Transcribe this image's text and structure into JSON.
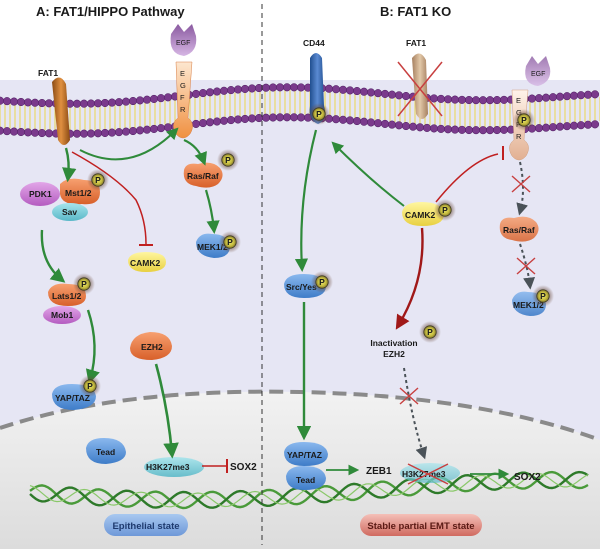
{
  "panel_a": {
    "title": "A: FAT1/HIPPO Pathway",
    "fat1": "FAT1",
    "egf": "EGF",
    "egfr_letters": [
      "E",
      "G",
      "F",
      "R"
    ],
    "pdk1": "PDK1",
    "mst": "Mst1/2",
    "sav": "Sav",
    "rasraf": "Ras/Raf",
    "camk2": "CAMK2",
    "mek": "MEK1/2",
    "lats": "Lats1/2",
    "mob": "Mob1",
    "ezh2": "EZH2",
    "yaptaz": "YAP/TAZ",
    "tead": "Tead",
    "h3k": "H3K27me3",
    "sox2": "SOX2",
    "state": "Epithelial state"
  },
  "panel_b": {
    "title": "B: FAT1 KO",
    "cd44": "CD44",
    "fat1": "FAT1",
    "egf": "EGF",
    "egfr_letters": [
      "E",
      "G",
      "F",
      "R"
    ],
    "camk2": "CAMK2",
    "rasraf": "Ras/Raf",
    "srcyes": "Src/Yes",
    "inact_line1": "Inactivation",
    "inact_line2": "EZH2",
    "mek": "MEK1/2",
    "yaptaz": "YAP/TAZ",
    "tead": "Tead",
    "zeb1": "ZEB1",
    "h3k": "H3K27me3",
    "sox2": "SOX2",
    "state": "Stable partial EMT state"
  },
  "phospho": "P"
}
